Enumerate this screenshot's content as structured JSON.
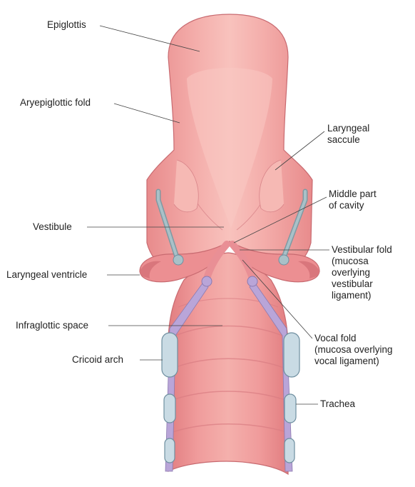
{
  "labels": {
    "epiglottis": "Epiglottis",
    "aryepiglottic_fold": "Aryepiglottic fold",
    "laryngeal_saccule": "Laryngeal\nsaccule",
    "middle_part_of_cavity": "Middle part\nof cavity",
    "vestibule": "Vestibule",
    "vestibular_fold": "Vestibular fold\n(mucosa\noverlying\nvestibular\nligament)",
    "laryngeal_ventricle": "Laryngeal ventricle",
    "infraglottic_space": "Infraglottic space",
    "vocal_fold": "Vocal fold\n(mucosa overlying\nvocal ligament)",
    "cricoid_arch": "Cricoid arch",
    "trachea": "Trachea"
  },
  "colors": {
    "mucosa": "#f0a3a0",
    "mucosa_dark": "#e07f80",
    "mucosa_light": "#f8c8c3",
    "cartilage": "#c9dbe4",
    "cartilage_edge": "#6f8fa0",
    "ligament": "#a7b8bd",
    "vocal_ligament": "#b7a3d6",
    "leader": "#444444"
  }
}
